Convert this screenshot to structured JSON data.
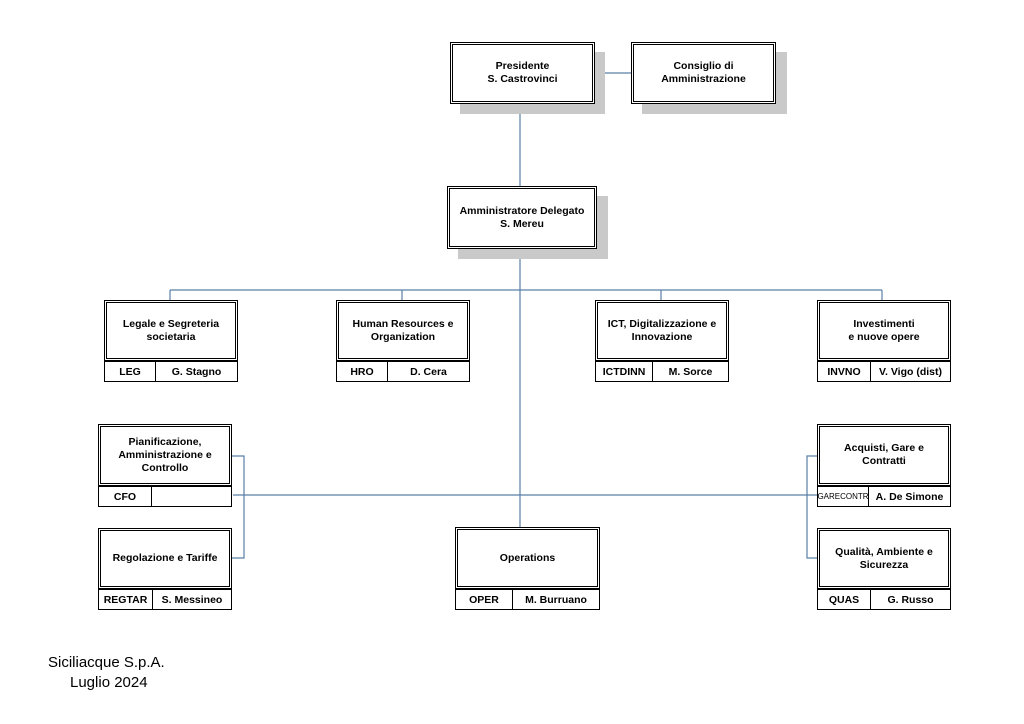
{
  "president": {
    "title": "Presidente",
    "name": "S. Castrovinci"
  },
  "board": {
    "line1": "Consiglio di",
    "line2": "Amministrazione"
  },
  "ceo": {
    "title": "Amministratore Delegato",
    "name": "S. Mereu"
  },
  "legal": {
    "line1": "Legale e Segreteria",
    "line2": "societaria",
    "code": "LEG",
    "person": "G. Stagno"
  },
  "hr": {
    "line1": "Human Resources e",
    "line2": "Organization",
    "code": "HRO",
    "person": "D. Cera"
  },
  "ict": {
    "line1": "ICT, Digitalizzazione e",
    "line2": "Innovazione",
    "code": "ICTDINN",
    "person": "M. Sorce"
  },
  "invest": {
    "line1": "Investimenti",
    "line2": "e nuove opere",
    "code": "INVNO",
    "person": "V. Vigo (dist)"
  },
  "cfo": {
    "line1": "Pianificazione,",
    "line2": "Amministrazione e",
    "line3": "Controllo",
    "code": "CFO",
    "person": ""
  },
  "regtar": {
    "line1": "Regolazione e Tariffe",
    "code": "REGTAR",
    "person": "S. Messineo"
  },
  "operations": {
    "line1": "Operations",
    "code": "OPER",
    "person": "M. Burruano"
  },
  "procurement": {
    "line1": "Acquisti, Gare e",
    "line2": "Contratti",
    "code": "GARECONTR",
    "person": "A. De Simone"
  },
  "quality": {
    "line1": "Qualità, Ambiente e",
    "line2": "Sicurezza",
    "code": "QUAS",
    "person": "G. Russo"
  },
  "footer": {
    "company": "Siciliacque S.p.A.",
    "date": "Luglio 2024"
  },
  "colors": {
    "connector": "#5a7fa8",
    "shadow": "#c9c9c9"
  }
}
